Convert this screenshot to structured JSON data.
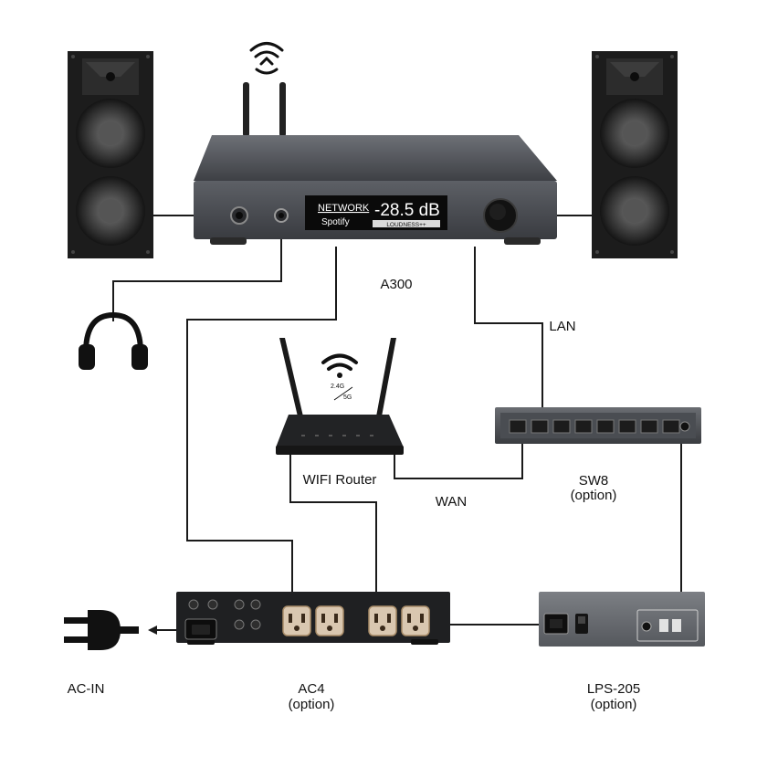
{
  "labels": {
    "a300": "A300",
    "lan": "LAN",
    "wifi_router": "WIFI Router",
    "wan": "WAN",
    "sw8": "SW8",
    "sw8_option": "(option)",
    "ac_in": "AC-IN",
    "ac4": "AC4",
    "ac4_option": "(option)",
    "lps205": "LPS-205",
    "lps205_option": "(option)"
  },
  "amp_display": {
    "source": "NETWORK",
    "service": "Spotify",
    "volume": "-28.5 dB",
    "mode": "LOUDNESS++"
  },
  "router_badge": {
    "band_top": "2.4G",
    "band_bottom": "5G"
  },
  "icons": [
    "broadcast-icon",
    "wifi-icon",
    "headphones-icon",
    "power-plug-icon"
  ],
  "colors": {
    "wire": "#1a1a1a",
    "device_dark": "#2b2c2f",
    "device_panel": "#55585c",
    "speaker_cabinet": "#1c1c1c",
    "display_bg": "#0a0a0a"
  }
}
